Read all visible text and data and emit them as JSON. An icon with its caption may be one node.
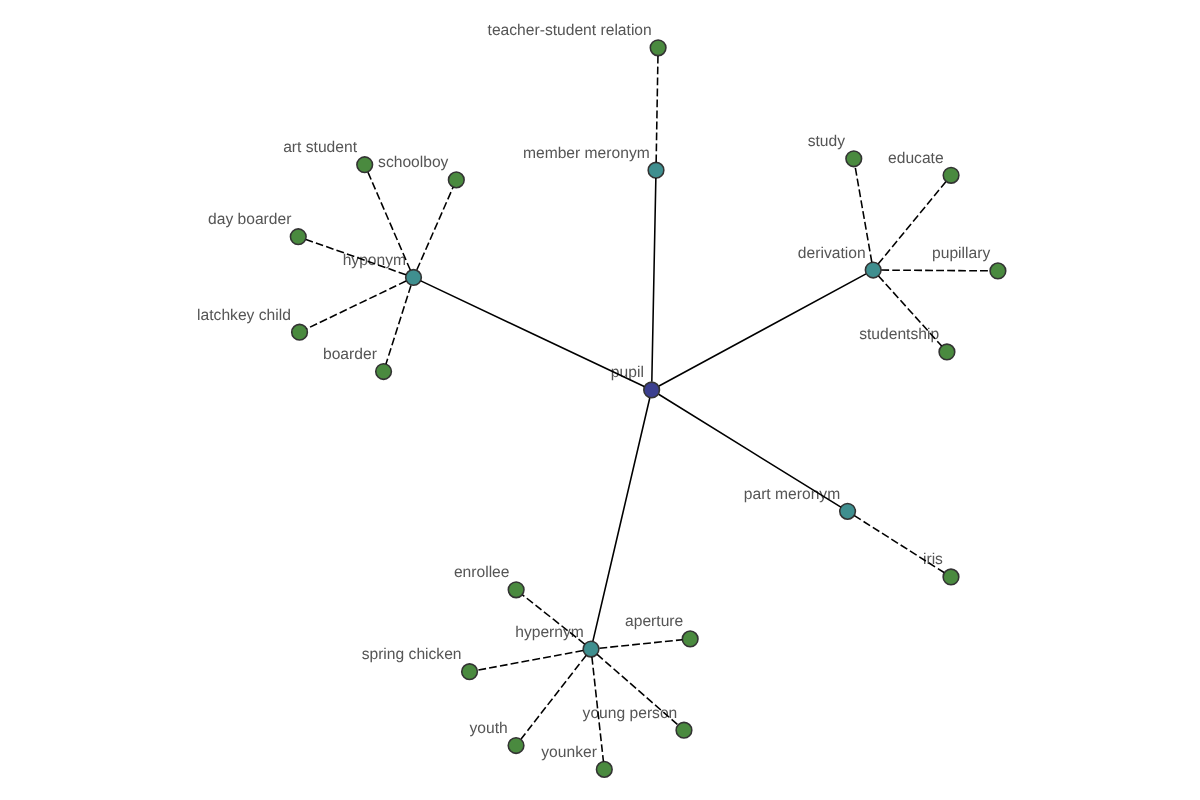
{
  "diagram": {
    "nodes": [
      {
        "text": [
          "pupil"
        ]
      },
      {
        "text": [
          "hypernym"
        ]
      },
      {
        "text": [
          "part meronym"
        ]
      },
      {
        "text": [
          "derivation"
        ]
      },
      {
        "text": [
          "member meronym"
        ]
      },
      {
        "text": [
          "hyponym"
        ]
      },
      {
        "text": [
          "youth"
        ]
      },
      {
        "text": [
          "aperture"
        ]
      },
      {
        "text": [
          "spring chicken"
        ]
      },
      {
        "text": [
          "young person"
        ]
      },
      {
        "text": [
          "younker"
        ]
      },
      {
        "text": [
          "enrollee"
        ]
      },
      {
        "text": [
          "iris"
        ]
      },
      {
        "text": [
          "educate"
        ]
      },
      {
        "text": [
          "study"
        ]
      },
      {
        "text": [
          "studentship"
        ]
      },
      {
        "text": [
          "pupillary"
        ]
      },
      {
        "text": [
          "teacher-student relation"
        ]
      },
      {
        "text": [
          "day boarder"
        ]
      },
      {
        "text": [
          "art student"
        ]
      },
      {
        "text": [
          "boarder"
        ]
      },
      {
        "text": [
          "latchkey child"
        ]
      },
      {
        "text": [
          "schoolboy"
        ]
      }
    ],
    "edges": [
      {
        "from": 0,
        "to": 1,
        "arrow": "none"
      },
      {
        "from": 0,
        "to": 2,
        "arrow": "none"
      },
      {
        "from": 0,
        "to": 3,
        "arrow": "none"
      },
      {
        "from": 0,
        "to": 4,
        "arrow": "none"
      },
      {
        "from": 0,
        "to": 5,
        "arrow": "none"
      },
      {
        "from": 1,
        "to": 6,
        "arrow": "none",
        "style": "dashed"
      },
      {
        "from": 1,
        "to": 7,
        "arrow": "none",
        "style": "dashed"
      },
      {
        "from": 1,
        "to": 8,
        "arrow": "none",
        "style": "dashed"
      },
      {
        "from": 1,
        "to": 9,
        "arrow": "none",
        "style": "dashed"
      },
      {
        "from": 1,
        "to": 10,
        "arrow": "none",
        "style": "dashed"
      },
      {
        "from": 1,
        "to": 11,
        "arrow": "none",
        "style": "dashed"
      },
      {
        "from": 2,
        "to": 12,
        "arrow": "none",
        "style": "dashed"
      },
      {
        "from": 3,
        "to": 13,
        "arrow": "none",
        "style": "dashed"
      },
      {
        "from": 3,
        "to": 14,
        "arrow": "none",
        "style": "dashed"
      },
      {
        "from": 3,
        "to": 15,
        "arrow": "none",
        "style": "dashed"
      },
      {
        "from": 3,
        "to": 16,
        "arrow": "none",
        "style": "dashed"
      },
      {
        "from": 4,
        "to": 17,
        "arrow": "none",
        "style": "dashed"
      },
      {
        "from": 5,
        "to": 18,
        "arrow": "none",
        "style": "dashed"
      },
      {
        "from": 5,
        "to": 19,
        "arrow": "none",
        "style": "dashed"
      },
      {
        "from": 5,
        "to": 20,
        "arrow": "none",
        "style": "dashed"
      },
      {
        "from": 5,
        "to": 21,
        "arrow": "none",
        "style": "dashed"
      },
      {
        "from": 5,
        "to": 22,
        "arrow": "none",
        "style": "dashed"
      }
    ]
  }
}
